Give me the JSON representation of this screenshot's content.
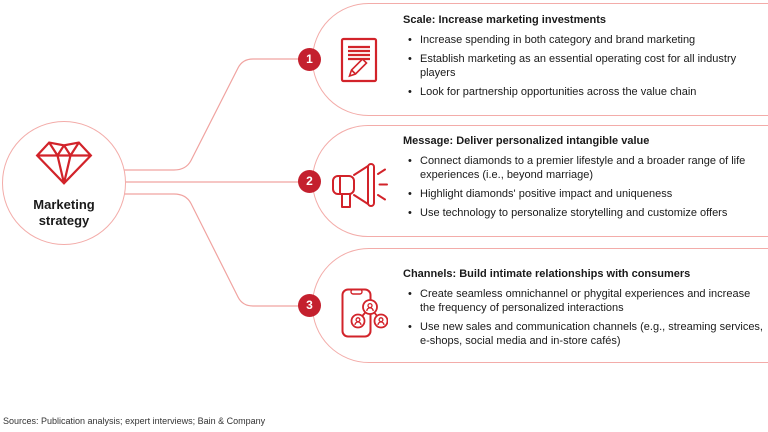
{
  "hub": {
    "icon": "diamond-icon",
    "label": "Marketing strategy"
  },
  "branches": [
    {
      "number": "1",
      "icon": "document-pencil-icon",
      "title": "Scale: Increase marketing investments",
      "bullets": [
        "Increase spending in both category and brand marketing",
        "Establish marketing as an essential operating cost for all industry players",
        "Look for partnership opportunities across the value chain"
      ]
    },
    {
      "number": "2",
      "icon": "megaphone-icon",
      "title": "Message: Deliver personalized intangible value",
      "bullets": [
        "Connect diamonds to a premier lifestyle and a broader range of life experiences (i.e., beyond marriage)",
        "Highlight diamonds' positive impact and uniqueness",
        "Use technology to personalize storytelling and customize offers"
      ]
    },
    {
      "number": "3",
      "icon": "smartphone-contacts-icon",
      "title": "Channels: Build intimate relationships with consumers",
      "bullets": [
        "Create seamless omnichannel or phygital experiences and increase the frequency of personalized interactions",
        "Use new sales and communication channels (e.g., streaming services, e-shops, social media and in-store cafés)"
      ]
    }
  ],
  "footer": {
    "sources": "Sources: Publication analysis; expert interviews; Bain & Company"
  },
  "colors": {
    "accent_red": "#d2232a",
    "badge_red": "#c4202e",
    "line_pink": "#f3aca9",
    "text": "#1a1a1a"
  }
}
